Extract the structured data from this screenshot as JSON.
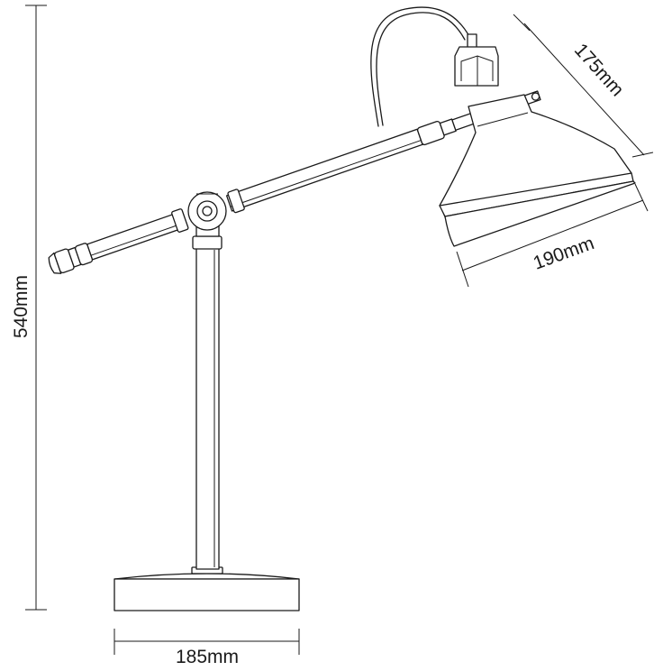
{
  "dimensions": {
    "height": "540mm",
    "base_width": "185mm",
    "shade_width": "190mm",
    "shade_height": "175mm"
  },
  "colors": {
    "line": "#1a1a1a",
    "background": "#ffffff"
  }
}
